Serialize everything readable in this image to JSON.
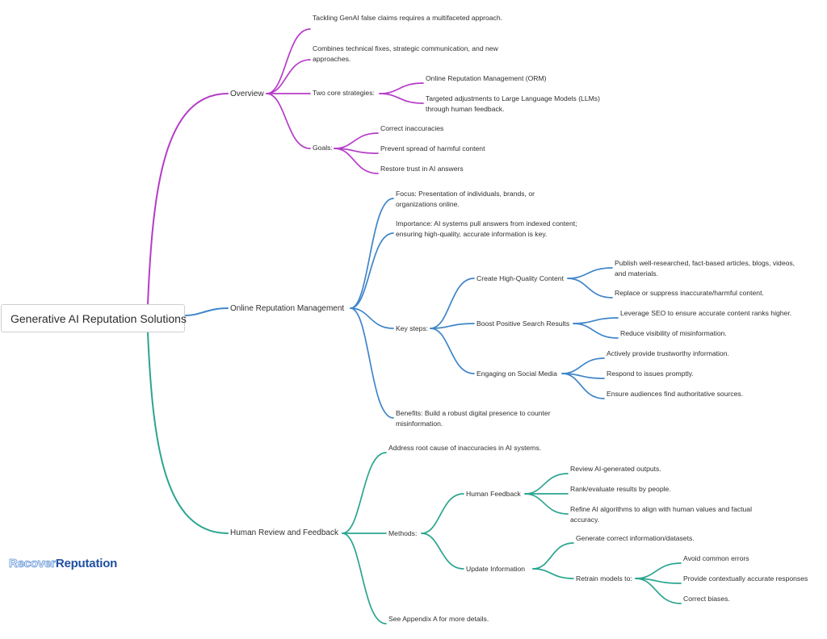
{
  "diagram": {
    "root": "Generative AI Reputation Solutions",
    "logo": {
      "part1": "Recover",
      "part2": "Reputation"
    },
    "colors": {
      "overview": "#b53cc8",
      "orm": "#3f85c9",
      "human": "#2aa58f"
    },
    "nodes": {
      "overview": "Overview",
      "ov_1": "Tackling GenAI false claims requires a multifaceted approach.",
      "ov_2": "Combines technical fixes, strategic communication, and new approaches.",
      "ov_3": "Two core strategies:",
      "ov_3_1": "Online Reputation Management (ORM)",
      "ov_3_2": "Targeted adjustments to Large Language Models (LLMs) through human feedback.",
      "ov_4": "Goals:",
      "ov_4_1": "Correct inaccuracies",
      "ov_4_2": "Prevent spread of harmful content",
      "ov_4_3": "Restore trust in AI answers",
      "orm": "Online Reputation Management",
      "orm_1": "Focus: Presentation of individuals, brands, or organizations online.",
      "orm_2": "Importance: AI systems pull answers from indexed content; ensuring high-quality, accurate information is key.",
      "orm_3": "Key steps:",
      "orm_3_1": "Create High-Quality Content",
      "orm_3_1_1": "Publish well-researched, fact-based articles, blogs, videos, and materials.",
      "orm_3_1_2": "Replace or suppress inaccurate/harmful content.",
      "orm_3_2": "Boost Positive Search Results",
      "orm_3_2_1": "Leverage SEO to ensure accurate content ranks higher.",
      "orm_3_2_2": "Reduce visibility of misinformation.",
      "orm_3_3": "Engaging on Social Media",
      "orm_3_3_1": "Actively provide trustworthy information.",
      "orm_3_3_2": "Respond to issues promptly.",
      "orm_3_3_3": "Ensure audiences find authoritative sources.",
      "orm_4": "Benefits: Build a robust digital presence to counter misinformation.",
      "human": "Human Review and Feedback",
      "hr_1": "Address root cause of inaccuracies in AI systems.",
      "hr_2": "Methods:",
      "hr_2_1": "Human Feedback",
      "hr_2_1_1": "Review AI-generated outputs.",
      "hr_2_1_2": "Rank/evaluate results by people.",
      "hr_2_1_3": "Refine AI algorithms to align with human values and factual accuracy.",
      "hr_2_2": "Update Information",
      "hr_2_2_1": "Generate correct information/datasets.",
      "hr_2_2_2": "Retrain models to:",
      "hr_2_2_2_1": "Avoid common errors",
      "hr_2_2_2_2": "Provide contextually accurate responses",
      "hr_2_2_2_3": "Correct biases.",
      "hr_3": "See Appendix A for more details."
    }
  }
}
